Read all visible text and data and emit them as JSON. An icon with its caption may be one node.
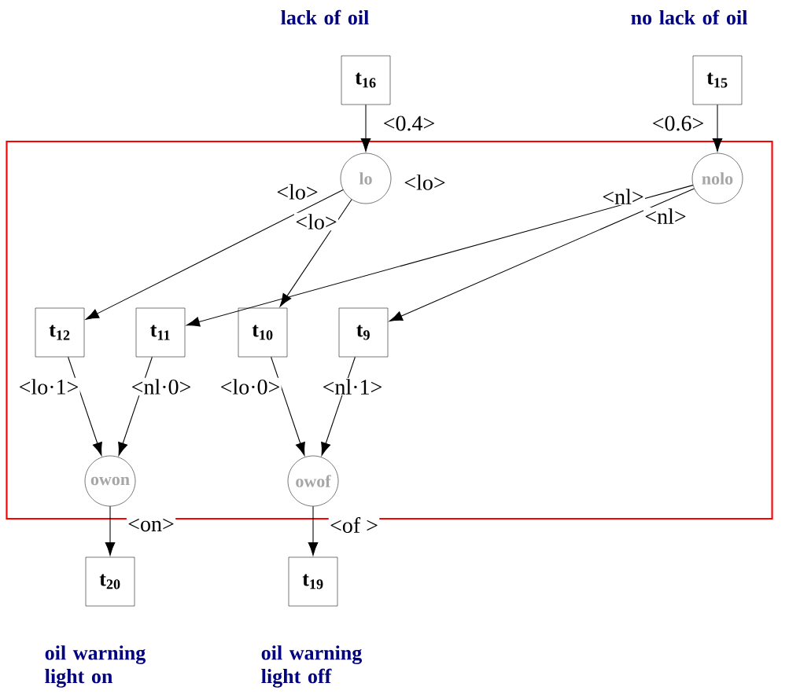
{
  "diagram": {
    "nodes": [
      {
        "text": [
          "t$_{16}$"
        ],
        "beside": [
          "lack of oil"
        ]
      },
      {
        "text": [
          "t$_{15}$"
        ],
        "beside": [
          "no lack of oil"
        ]
      },
      {
        "text": [],
        "shape": "box"
      },
      {
        "text": [
          "lo"
        ],
        "in": 2
      },
      {
        "text": [
          "nolo"
        ],
        "in": 2
      },
      {
        "text": [
          "t$_{12}$"
        ],
        "in": 2
      },
      {
        "text": [
          "t$_{11}$"
        ],
        "in": 2
      },
      {
        "text": [
          "t$_{10}$"
        ],
        "in": 2
      },
      {
        "text": [
          "t$_{9}$"
        ],
        "in": 2
      },
      {
        "text": [
          "owon"
        ],
        "in": 2
      },
      {
        "text": [
          "owof"
        ],
        "in": 2
      },
      {
        "text": [
          "t$_{20}$"
        ],
        "beside": [
          "oil warning light on"
        ]
      },
      {
        "text": [
          "t$_{19}$"
        ],
        "beside": [
          "oil warning light off"
        ]
      }
    ],
    "edges": [
      {
        "from": 0,
        "to": 3,
        "arrow": "to",
        "label": "<0.4>"
      },
      {
        "from": 1,
        "to": 4,
        "arrow": "to",
        "label": "<0.6>"
      },
      {
        "from": 3,
        "to": 5,
        "arrow": "to",
        "label": "<lo>"
      },
      {
        "from": 3,
        "to": 7,
        "arrow": "to",
        "label": "<lo>"
      },
      {
        "from": 4,
        "to": 6,
        "arrow": "to",
        "label": "<nl>"
      },
      {
        "from": 4,
        "to": 8,
        "arrow": "to",
        "label": "<nl>"
      },
      {
        "from": 5,
        "to": 9,
        "arrow": "to",
        "label": "<lo·1>"
      },
      {
        "from": 6,
        "to": 9,
        "arrow": "to",
        "label": "<nl·0>"
      },
      {
        "from": 7,
        "to": 10,
        "arrow": "to",
        "label": "<lo·0>"
      },
      {
        "from": 8,
        "to": 10,
        "arrow": "to",
        "label": "<nl·1>"
      },
      {
        "from": 9,
        "to": 11,
        "arrow": "to",
        "label": "<on>"
      },
      {
        "from": 10,
        "to": 12,
        "arrow": "to",
        "label": "<of >"
      }
    ],
    "labels": [
      "<lo>"
    ]
  }
}
